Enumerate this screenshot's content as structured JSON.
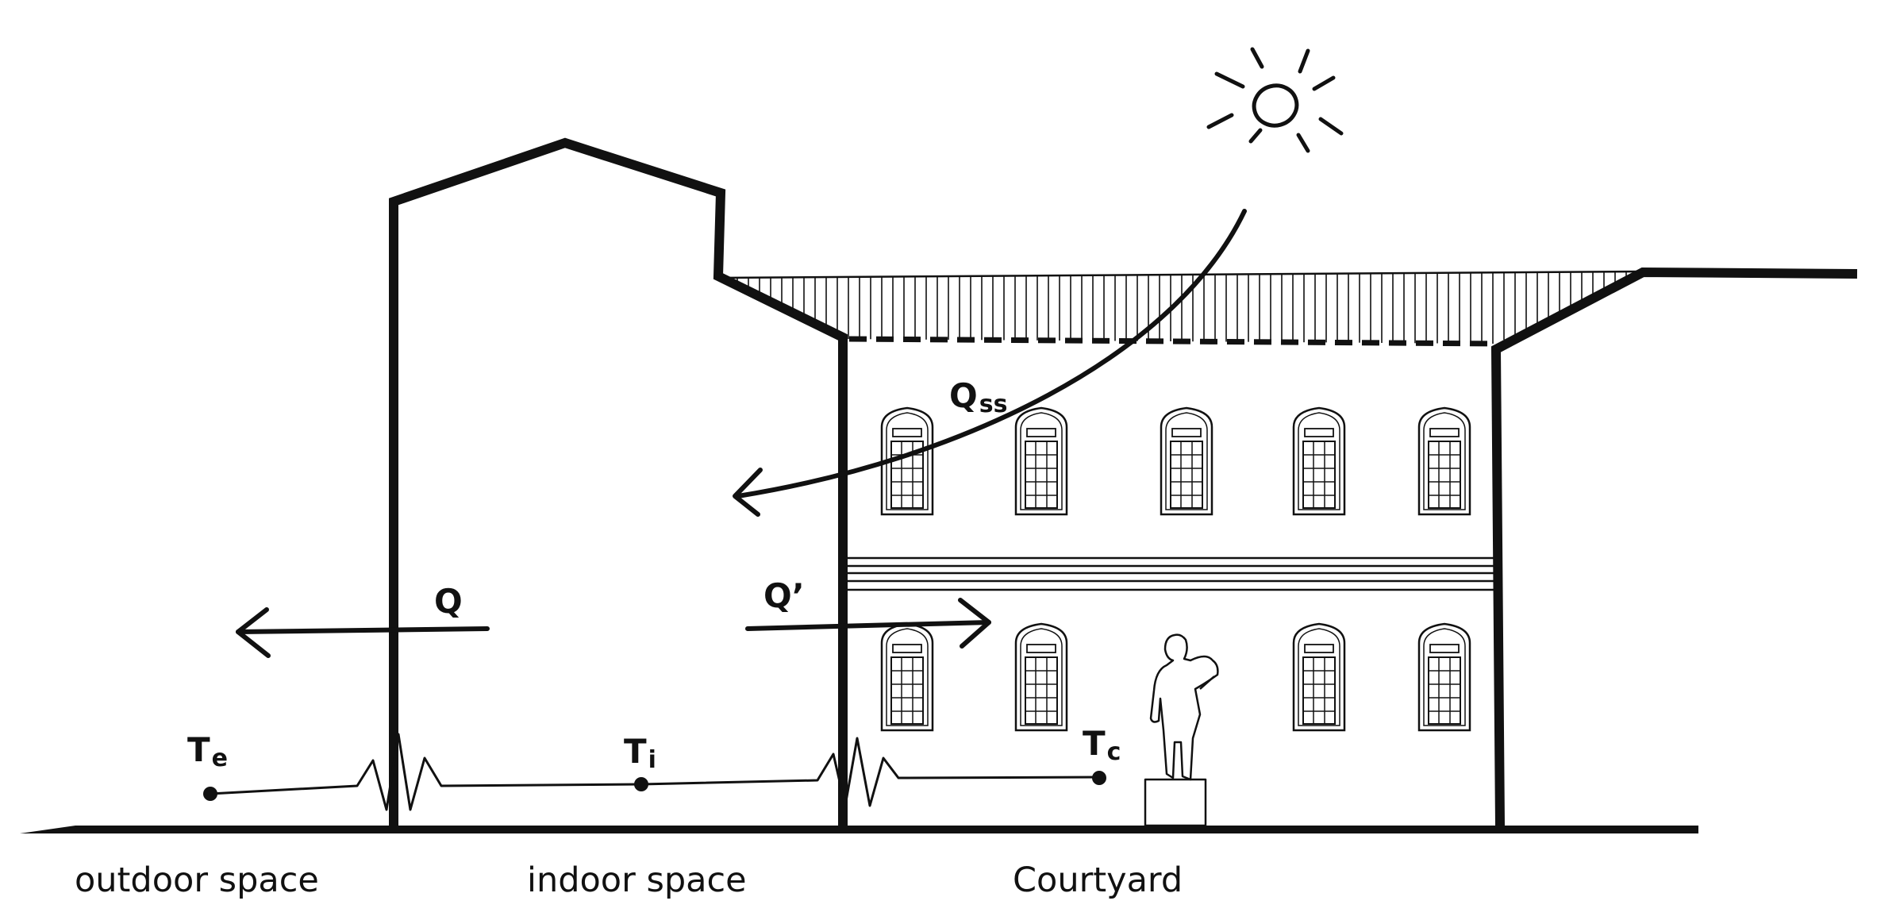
{
  "labels": {
    "outdoor": "outdoor space",
    "indoor": "indoor space",
    "courtyard": "Courtyard"
  },
  "heat_flows": {
    "q_main": "Q",
    "q_sub_ss": "ss",
    "q": "Q",
    "q_prime": "Q’"
  },
  "temperatures": {
    "t_main": "T",
    "t_sub_e": "e",
    "t_sub_i": "i",
    "t_sub_c": "c"
  },
  "icons": [
    "sun-icon",
    "statue-icon",
    "resistor-icon",
    "arrow-icon",
    "window-icon"
  ],
  "colors": {
    "ink": "#111111",
    "background": "#ffffff"
  }
}
